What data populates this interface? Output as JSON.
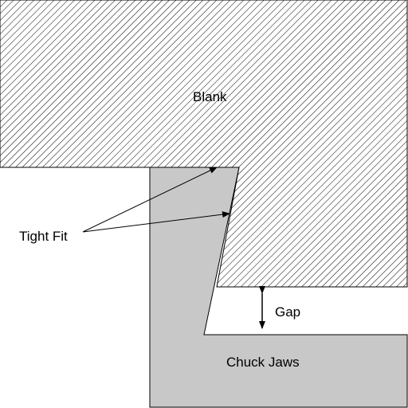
{
  "labels": {
    "blank": "Blank",
    "tight_fit": "Tight Fit",
    "gap": "Gap",
    "chuck_jaws": "Chuck Jaws"
  },
  "colors": {
    "background": "#ffffff",
    "jaw_fill": "#c8c8c8",
    "stroke": "#000000",
    "hatch": "#000000"
  }
}
